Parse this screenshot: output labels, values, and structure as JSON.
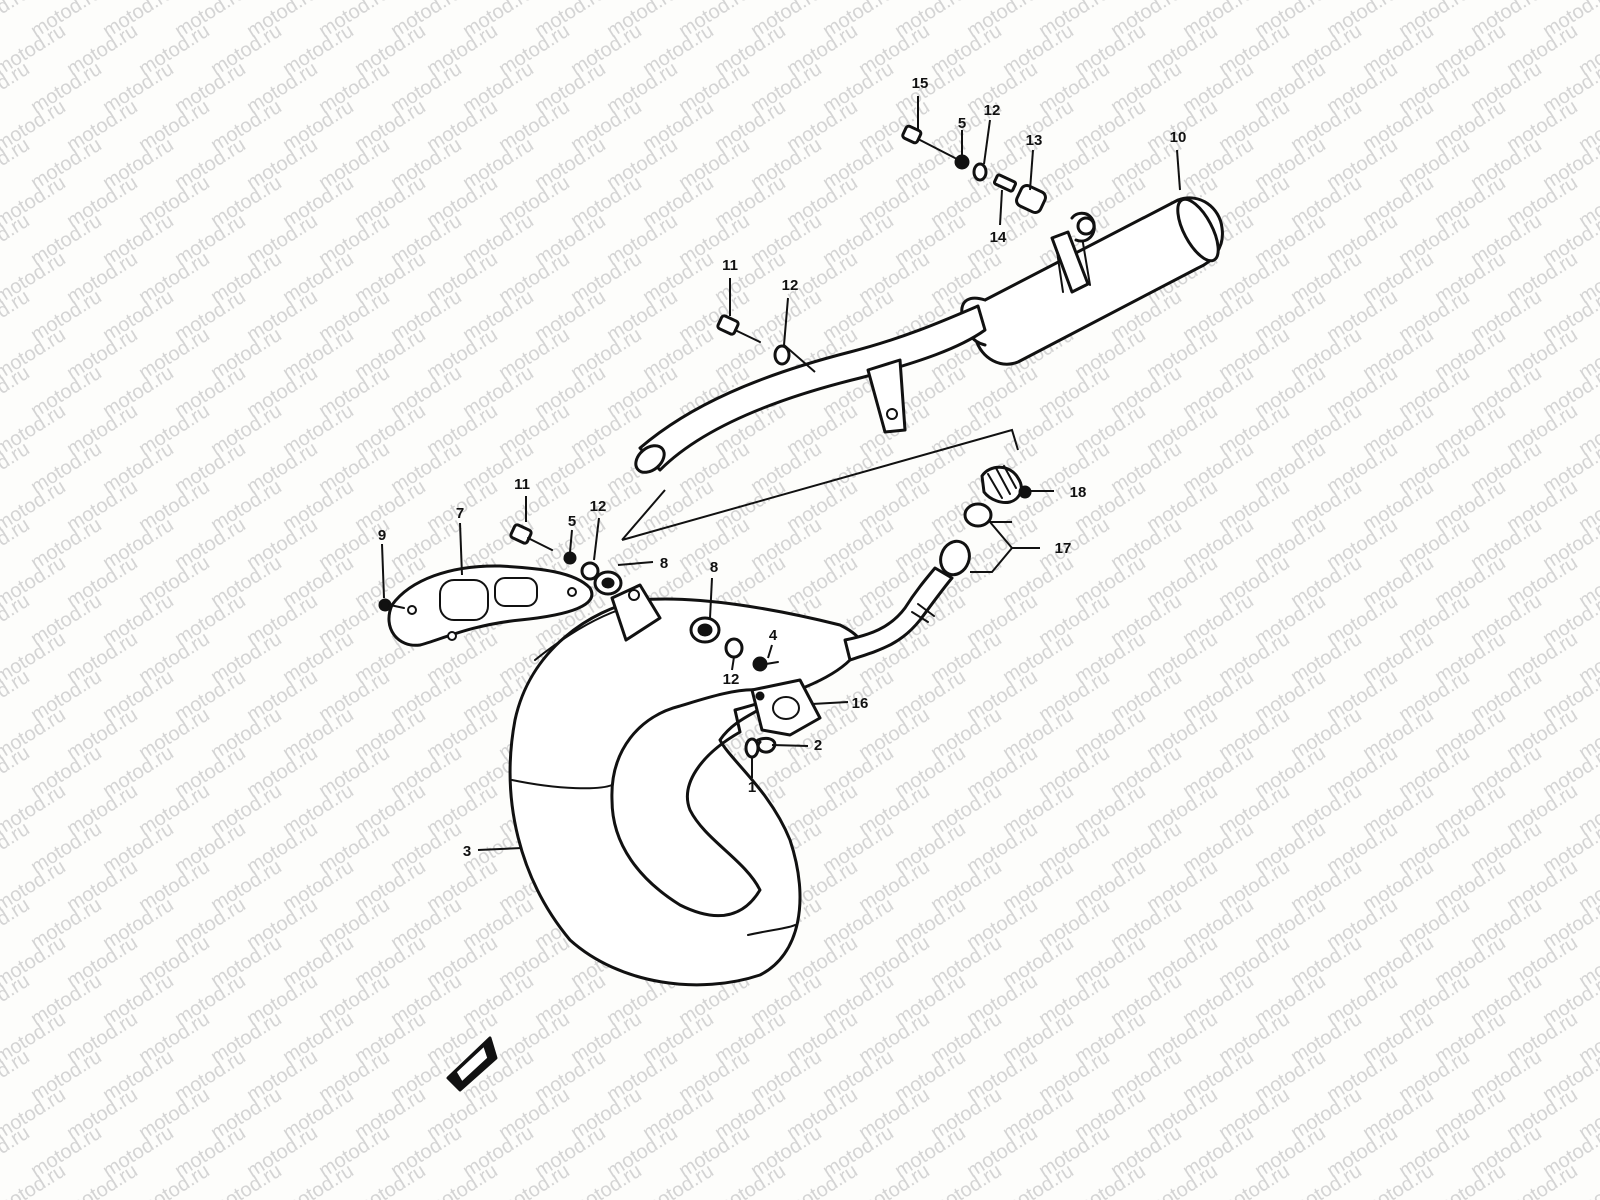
{
  "watermark": {
    "text": "motod.ru",
    "color": "#d4d4d4"
  },
  "diagram": {
    "callouts": [
      {
        "id": "c15",
        "label": "15"
      },
      {
        "id": "c5a",
        "label": "5"
      },
      {
        "id": "c12a",
        "label": "12"
      },
      {
        "id": "c13",
        "label": "13"
      },
      {
        "id": "c14",
        "label": "14"
      },
      {
        "id": "c10",
        "label": "10"
      },
      {
        "id": "c11a",
        "label": "11"
      },
      {
        "id": "c12b",
        "label": "12"
      },
      {
        "id": "c18",
        "label": "18"
      },
      {
        "id": "c17",
        "label": "17"
      },
      {
        "id": "c11b",
        "label": "11"
      },
      {
        "id": "c12c",
        "label": "12"
      },
      {
        "id": "c5b",
        "label": "5"
      },
      {
        "id": "c9",
        "label": "9"
      },
      {
        "id": "c7",
        "label": "7"
      },
      {
        "id": "c8a",
        "label": "8"
      },
      {
        "id": "c8b",
        "label": "8"
      },
      {
        "id": "c4",
        "label": "4"
      },
      {
        "id": "c12d",
        "label": "12"
      },
      {
        "id": "c16",
        "label": "16"
      },
      {
        "id": "c2",
        "label": "2"
      },
      {
        "id": "c1",
        "label": "1"
      },
      {
        "id": "c3",
        "label": "3"
      }
    ]
  }
}
